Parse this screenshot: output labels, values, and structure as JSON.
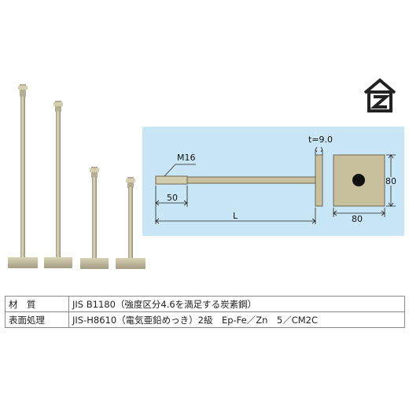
{
  "drawing": {
    "thread_label": "M16",
    "thickness_label": "t=9.0",
    "thread_length_label": "50",
    "length_label": "L",
    "plate_height_label": "80",
    "plate_width_label": "80"
  },
  "logo": {
    "icon": "z-house-mark"
  },
  "colors": {
    "panel_bg": "#c9e6f7",
    "steel": "#c8c09c",
    "steel_dark": "#8d8466"
  },
  "spec_table": {
    "rows": [
      {
        "label": "材　質",
        "value": "JIS B1180（強度区分4.6を満足する炭素鋼）"
      },
      {
        "label": "表面処理",
        "value": "JIS-H8610（電気亜鉛めっき）2級　Ep-Fe／Zn　5／CM2C"
      }
    ]
  }
}
